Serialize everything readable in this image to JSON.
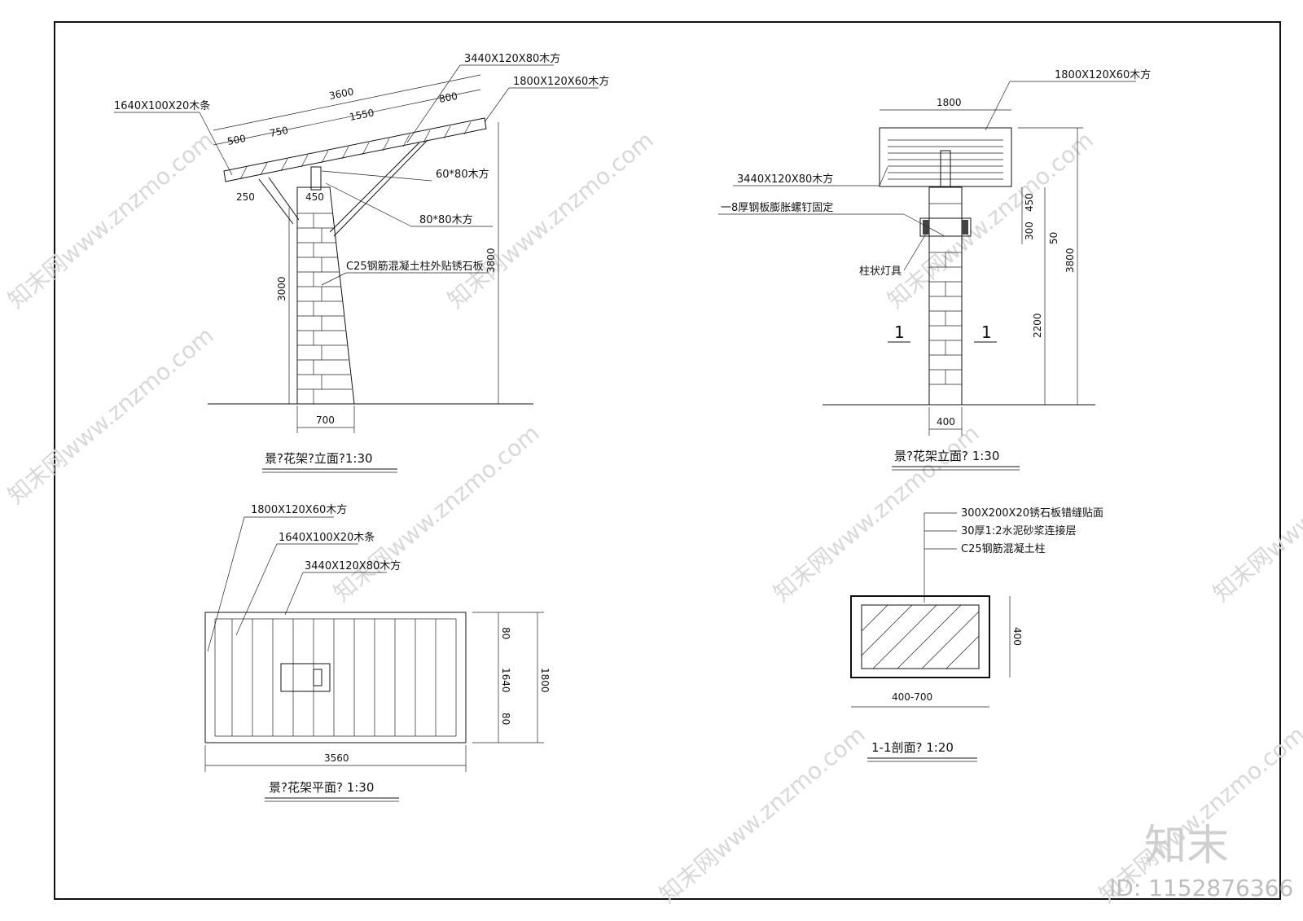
{
  "elevation_left": {
    "title": "景?花架?立面?1:30",
    "callouts": {
      "beam_main": "3440X120X80木方",
      "beam_top": "1800X120X60木方",
      "strips": "1640X100X20木条",
      "post_small": "60*80木方",
      "brace": "80*80木方",
      "column": "C25钢筋混凝土柱外贴锈石板"
    },
    "dims": {
      "total_top": "3600",
      "seg1": "500",
      "seg2": "750",
      "seg3": "1550",
      "seg4": "800",
      "offset": "250",
      "cap": "450",
      "height_col": "3000",
      "height_total": "3800",
      "base": "700"
    }
  },
  "elevation_right": {
    "title": "景?花架立面? 1:30",
    "callouts": {
      "beam_top": "1800X120X60木方",
      "beam_main": "3440X120X80木方",
      "plate": "一8厚钢板膨胀螺钉固定",
      "lamp": "柱状灯具"
    },
    "dims": {
      "width_top": "1800",
      "d450": "450",
      "d300": "300",
      "d50": "50",
      "d2200": "2200",
      "d3800": "3800",
      "base": "400",
      "section_mark_l": "1",
      "section_mark_r": "1"
    }
  },
  "plan": {
    "title": "景?花架平面? 1:30",
    "callouts": {
      "beam_top": "1800X120X60木方",
      "strips": "1640X100X20木条",
      "beam_main": "3440X120X80木方"
    },
    "dims": {
      "d80a": "80",
      "d1640": "1640",
      "d80b": "80",
      "d1800": "1800",
      "d3560": "3560"
    }
  },
  "section": {
    "title": "1-1剖面?  1:20",
    "layers": [
      "300X200X20锈石板错缝贴面",
      "30厚1:2水泥砂浆连接层",
      "C25钢筋混凝土柱"
    ],
    "dims": {
      "height": "400",
      "width": "400-700"
    }
  },
  "watermark": {
    "brand": "知末",
    "id_text": "ID: 1152876366",
    "site": "知末网www.znzmo.com"
  }
}
